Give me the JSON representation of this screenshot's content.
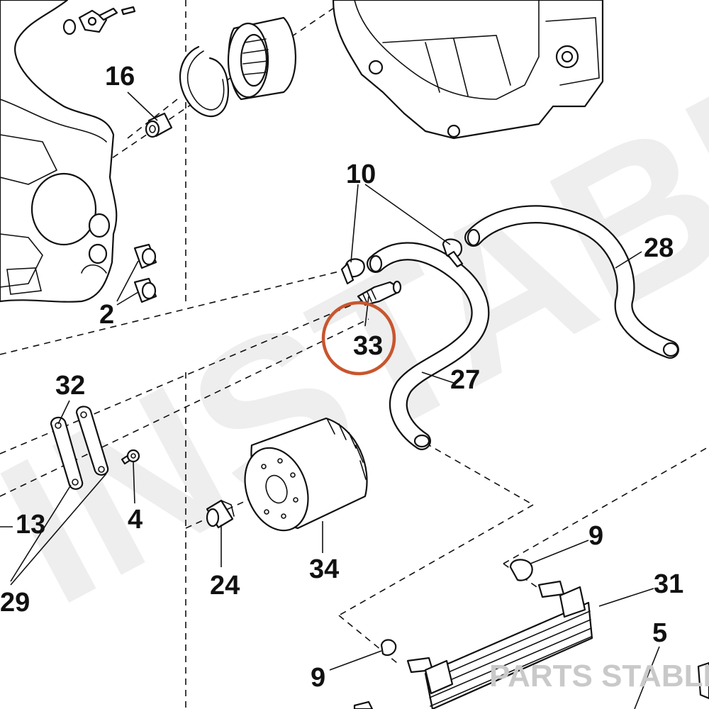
{
  "diagram": {
    "watermark_large": "INSTABLE",
    "watermark_small": "PARTS STABLE",
    "highlight_color": "#c8552e",
    "line_color": "#111111",
    "callouts": {
      "c16": "16",
      "c10": "10",
      "c28": "28",
      "c2": "2",
      "c33": "33",
      "c27": "27",
      "c32": "32",
      "c13": "13",
      "c4": "4",
      "c29": "29",
      "c24": "24",
      "c34": "34",
      "c9a": "9",
      "c31": "31",
      "c5": "5",
      "c9b": "9"
    },
    "highlighted_part": "33"
  }
}
